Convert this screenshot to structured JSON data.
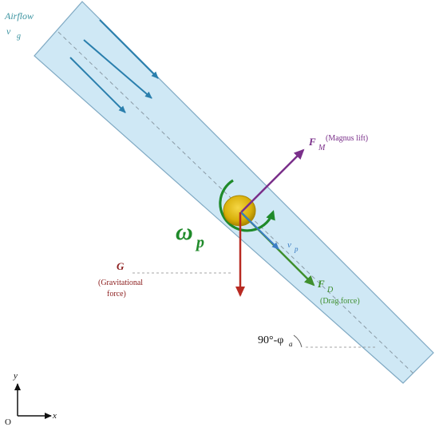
{
  "colors": {
    "duct_fill": "#cfe8f5",
    "duct_stroke": "#7fa9c3",
    "airflow": "#2a7fad",
    "airflow_label": "#3b93a0",
    "magnus": "#7a2f8a",
    "drag": "#3f8f2e",
    "velocity": "#3b7dc4",
    "gravity": "#b82a22",
    "gravity_label": "#8b1c1c",
    "rotation": "#1f8a2a",
    "particle": "#d8b00a",
    "guide": "#888888",
    "axes": "#111111"
  },
  "airflow": {
    "label": "Airflow",
    "symbol": "v",
    "subscript": "g"
  },
  "magnus": {
    "symbol": "F",
    "subscript": "M",
    "description": "(Magnus lift)"
  },
  "velocity": {
    "symbol": "v",
    "subscript": "p"
  },
  "drag": {
    "symbol": "F",
    "subscript": "D",
    "description": "(Drag force)"
  },
  "gravity": {
    "symbol": "G",
    "description_line1": "(Gravitational",
    "description_line2": "force)"
  },
  "rotation": {
    "symbol": "ω",
    "subscript": "p"
  },
  "angle": {
    "label": "90°-φ",
    "subscript": "a"
  },
  "axes": {
    "origin": "O",
    "x": "x",
    "y": "y"
  }
}
